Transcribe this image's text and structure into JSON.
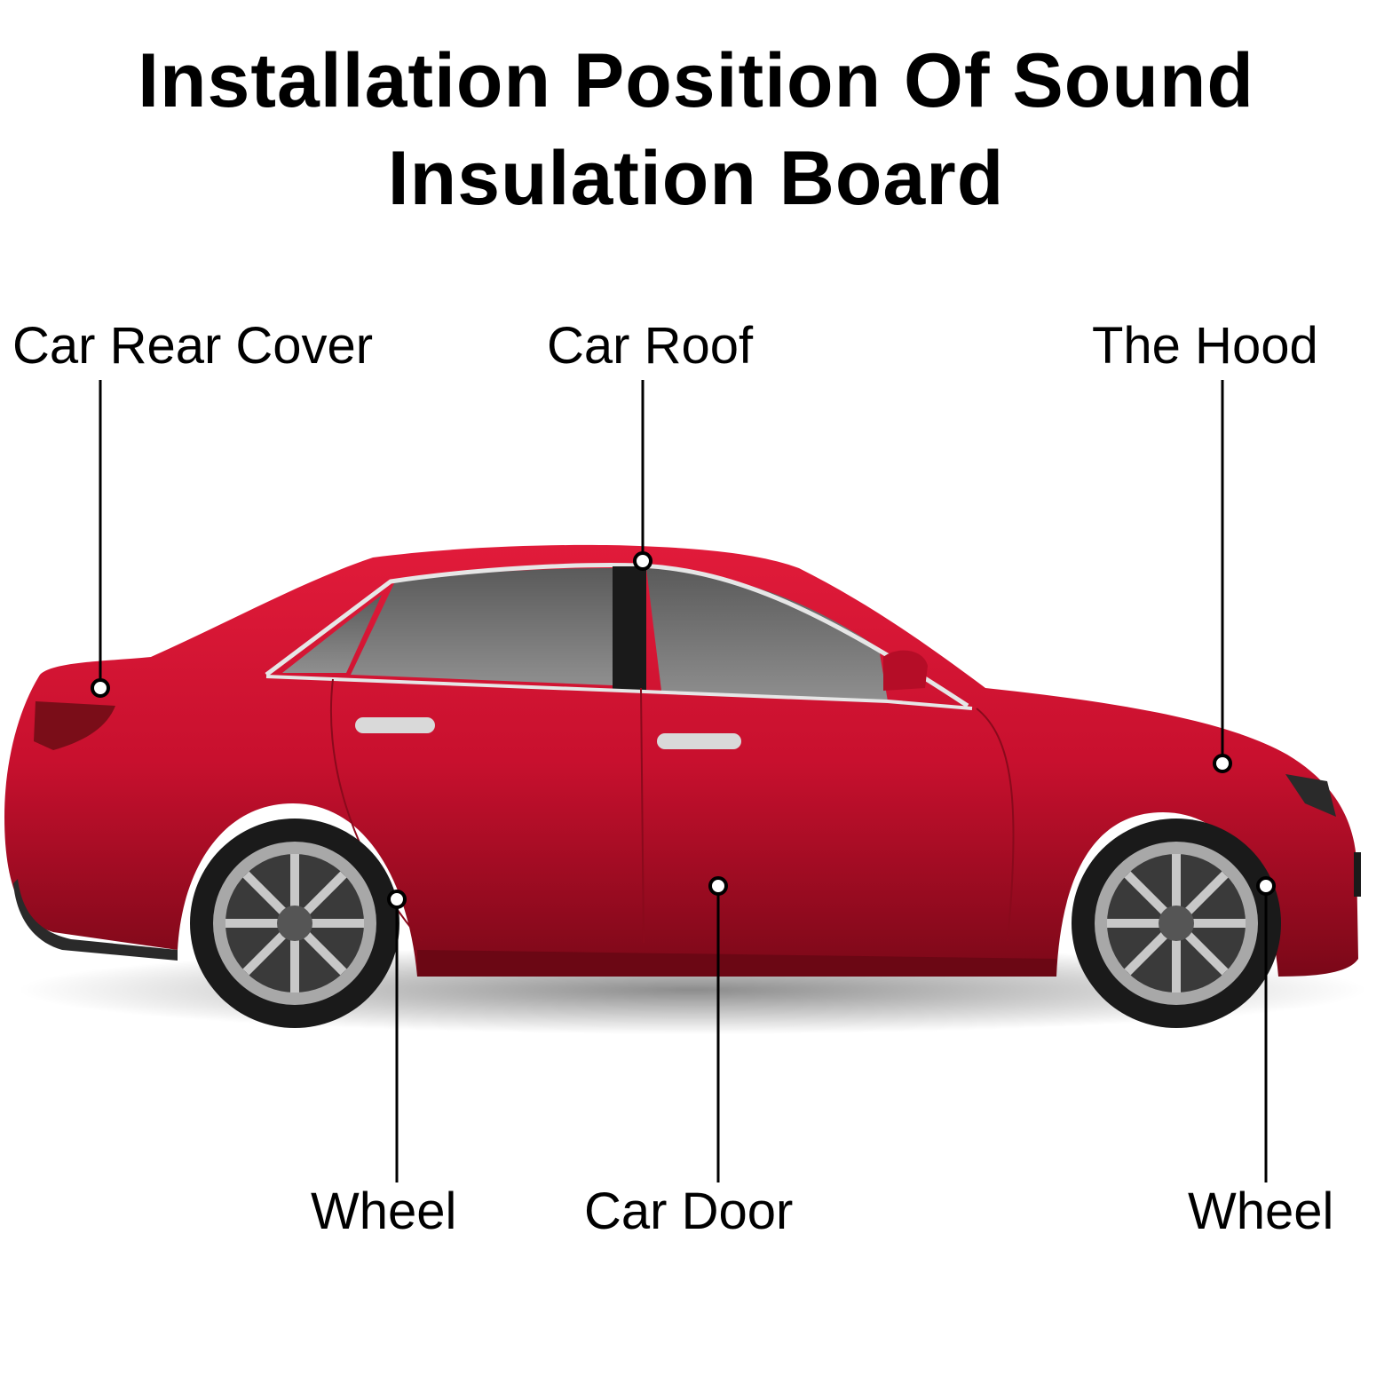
{
  "title": {
    "line1": "Installation Position Of Sound",
    "line2": "Insulation Board"
  },
  "labels": {
    "car_rear_cover": "Car Rear Cover",
    "car_roof": "Car Roof",
    "the_hood": "The Hood",
    "wheel_rear": "Wheel",
    "car_door": "Car Door",
    "wheel_front": "Wheel"
  },
  "colors": {
    "car_body": "#c8102e",
    "car_shadow": "#8a0a1c",
    "window": "#6e6e6e",
    "rim": "#b8b8b8",
    "tire": "#1a1a1a",
    "leader_line": "#000000"
  }
}
